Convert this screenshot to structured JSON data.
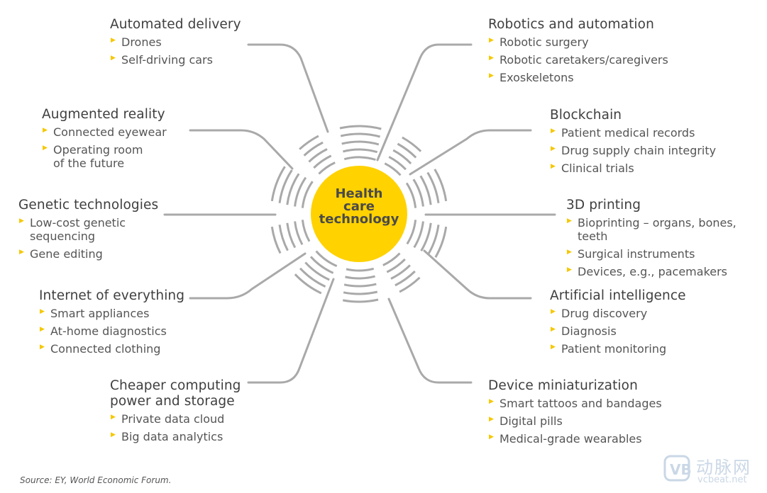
{
  "center": {
    "lines": [
      "Health",
      "care",
      "technology"
    ],
    "color": "#ffd200"
  },
  "accent_color": "#f5c800",
  "line_color": "#a9a9a9",
  "blocks": [
    {
      "title": "Automated delivery",
      "items": [
        "Drones",
        "Self-driving cars"
      ]
    },
    {
      "title": "Augmented reality",
      "items": [
        "Connected eyewear",
        "Operating room\nof the future"
      ]
    },
    {
      "title": "Genetic technologies",
      "items": [
        "Low-cost genetic\nsequencing",
        "Gene editing"
      ]
    },
    {
      "title": "Internet of everything",
      "items": [
        "Smart appliances",
        "At-home diagnostics",
        "Connected clothing"
      ]
    },
    {
      "title": "Cheaper computing\npower and storage",
      "items": [
        "Private data cloud",
        "Big data analytics"
      ]
    },
    {
      "title": "Robotics and automation",
      "items": [
        "Robotic surgery",
        "Robotic caretakers/caregivers",
        "Exoskeletons"
      ]
    },
    {
      "title": "Blockchain",
      "items": [
        "Patient medical records",
        "Drug supply chain integrity",
        "Clinical trials"
      ]
    },
    {
      "title": "3D printing",
      "items": [
        "Bioprinting – organs, bones, teeth",
        "Surgical instruments",
        "Devices, e.g., pacemakers"
      ]
    },
    {
      "title": "Artificial intelligence",
      "items": [
        "Drug discovery",
        "Diagnosis",
        "Patient monitoring"
      ]
    },
    {
      "title": "Device miniaturization",
      "items": [
        "Smart tattoos and bandages",
        "Digital pills",
        "Medical-grade wearables"
      ]
    }
  ],
  "source": "Source: EY, World Economic Forum.",
  "watermark": {
    "cn": "动脉网",
    "text": "vcbeat.net"
  }
}
